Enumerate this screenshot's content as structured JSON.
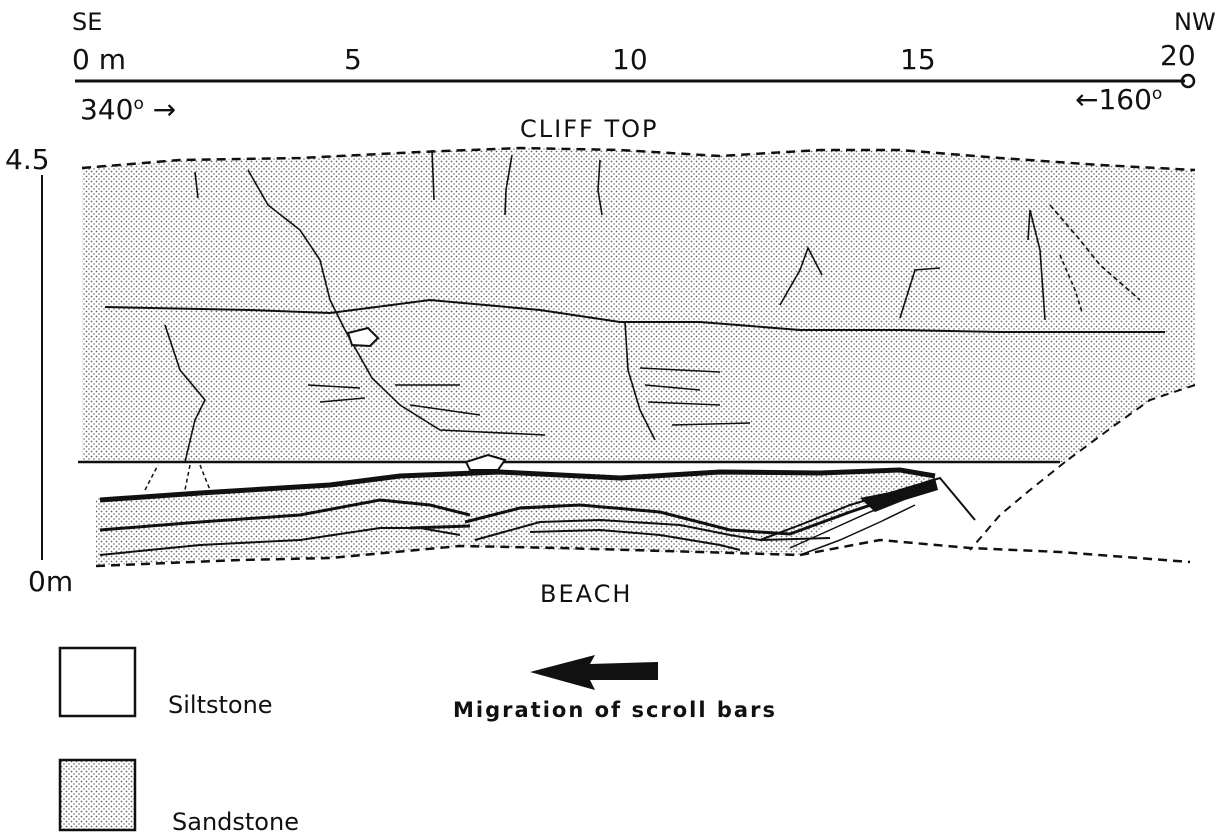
{
  "scale": {
    "left_dir": "SE",
    "right_dir": "NW",
    "ticks": [
      "0 m",
      "5",
      "10",
      "15",
      "20"
    ],
    "left_azimuth": "340",
    "left_arrow": "→",
    "right_arrow": "←",
    "right_azimuth": "160",
    "degree": "o"
  },
  "section": {
    "top_label": "CLIFF TOP",
    "bottom_label": "BEACH",
    "height_max": "4.5",
    "height_min": "0m"
  },
  "legend": {
    "items": [
      {
        "label": "Siltstone",
        "pattern": "blank"
      },
      {
        "label": "Sandstone",
        "pattern": "stipple"
      }
    ],
    "arrow_label": "Migration of scroll bars"
  },
  "colors": {
    "ink": "#111111",
    "stipple": "#777777",
    "paper": "#ffffff"
  }
}
